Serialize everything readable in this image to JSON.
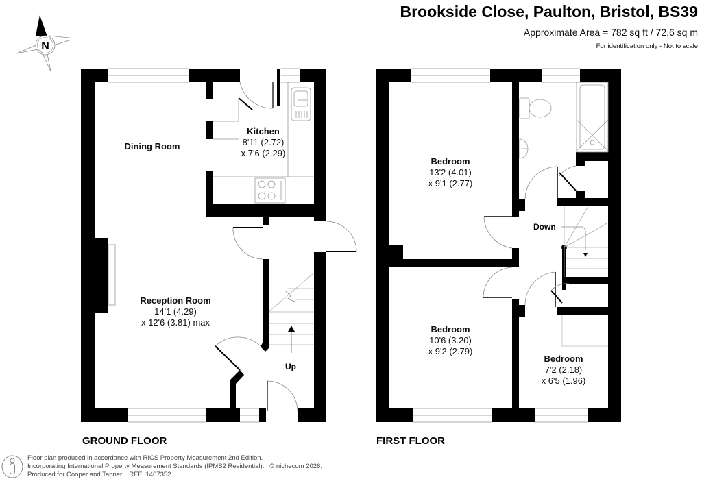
{
  "header": {
    "title": "Brookside Close, Paulton, Bristol, BS39",
    "area": "Approximate Area = 782 sq ft / 72.6 sq m",
    "disclaimer": "For identification only - Not to scale"
  },
  "compass": {
    "icon": "north-arrow-icon",
    "label": "N"
  },
  "ground_floor": {
    "label": "GROUND FLOOR",
    "rooms": [
      {
        "name": "Dining Room",
        "dim1": "",
        "dim2": ""
      },
      {
        "name": "Kitchen",
        "dim1": "8'11 (2.72)",
        "dim2": "x 7'6 (2.29)"
      },
      {
        "name": "Reception Room",
        "dim1": "14'1 (4.29)",
        "dim2": "x 12'6 (3.81) max"
      }
    ],
    "stairs_label": "Up"
  },
  "first_floor": {
    "label": "FIRST FLOOR",
    "rooms": [
      {
        "name": "Bedroom",
        "dim1": "13'2 (4.01)",
        "dim2": "x 9'1 (2.77)"
      },
      {
        "name": "Bedroom",
        "dim1": "10'6 (3.20)",
        "dim2": "x 9'2 (2.79)"
      },
      {
        "name": "Bedroom",
        "dim1": "7'2 (2.18)",
        "dim2": "x 6'5 (1.96)"
      }
    ],
    "stairs_label": "Down"
  },
  "footer": {
    "icon": "person-accessibility-icon",
    "line1": "Floor plan produced in accordance with RICS Property Measurement 2nd Edition.",
    "line2": "Incorporating International Property Measurement Standards (IPMS2 Residential).",
    "copyright": "© nichecom 2026.",
    "line3": "Produced for Cooper and Tanner.",
    "ref": "REF:  1407352"
  },
  "colors": {
    "wall": "#000000",
    "fixture": "#9a9a9a",
    "background": "#ffffff",
    "text": "#111111"
  }
}
